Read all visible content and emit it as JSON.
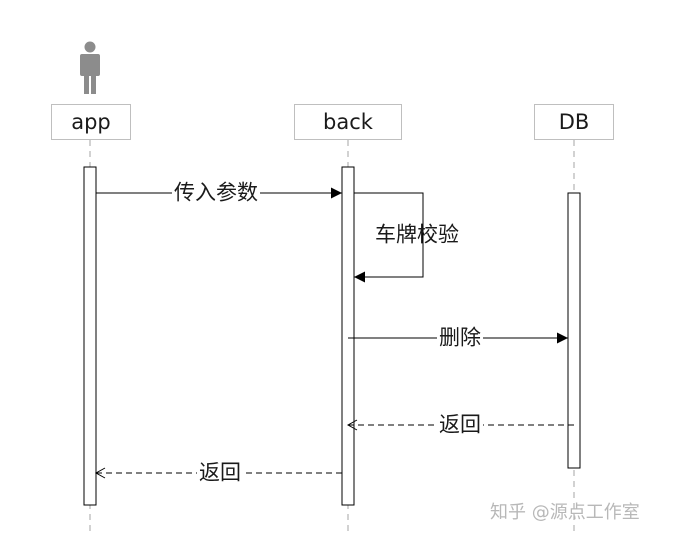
{
  "participants": {
    "app": "app",
    "back": "back",
    "db": "DB"
  },
  "messages": {
    "pass_params": "传入参数",
    "plate_check": "车牌校验",
    "delete": "删除",
    "db_return": "返回",
    "back_return": "返回"
  },
  "watermark": "知乎 @源点工作室",
  "colors": {
    "line": "#000000",
    "lifeline": "#a6a6a6",
    "box_border": "#bfbfbf",
    "actor": "#8c8c8c"
  }
}
